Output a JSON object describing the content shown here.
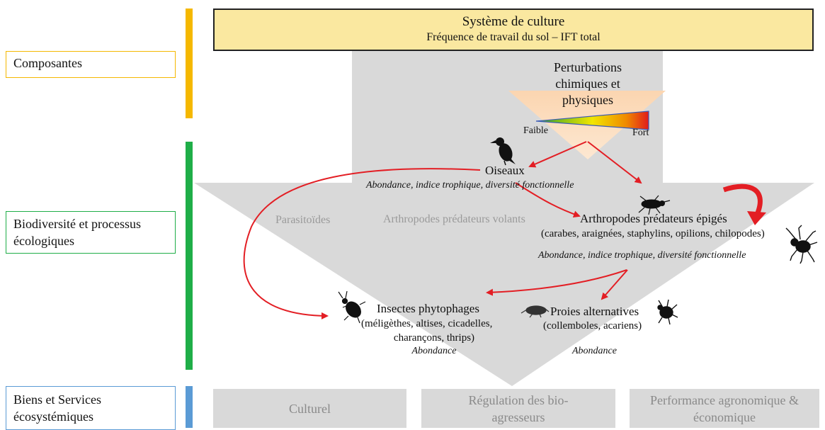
{
  "layers": {
    "composantes": "Composantes",
    "biodiversite": "Biodiversité et processus écologiques",
    "biens_services": "Biens et Services écosystémiques"
  },
  "header": {
    "title": "Système de culture",
    "subtitle": "Fréquence de travail du sol – IFT total"
  },
  "perturbations": {
    "label": "Perturbations chimiques et physiques",
    "low": "Faible",
    "high": "Fort"
  },
  "oiseaux": {
    "title": "Oiseaux",
    "metrics": "Abondance, indice trophique, diversité fonctionnelle"
  },
  "parasitoides": "Parasitoïdes",
  "predateurs_volants": "Arthropodes prédateurs volants",
  "predateurs_epiges": {
    "title": "Arthropodes prédateurs épigés",
    "examples": "(carabes, araignées, staphylins, opilions, chilopodes)",
    "metrics": "Abondance, indice trophique, diversité fonctionnelle"
  },
  "phytophages": {
    "title": "Insectes phytophages",
    "examples_1": "(méligèthes, altises, cicadelles,",
    "examples_2": "charançons, thrips)",
    "metrics": "Abondance"
  },
  "proies": {
    "title": "Proies alternatives",
    "examples": "(collemboles, acariens)",
    "metrics": "Abondance"
  },
  "services": {
    "culturel": "Culturel",
    "regulation": "Régulation des bio-agresseurs",
    "performance": "Performance agronomique & économique"
  },
  "colors": {
    "composantes_bar": "#f5b800",
    "biodiversite_bar": "#1fae48",
    "services_bar": "#5b9bd5",
    "header_fill": "#fae8a0",
    "arrow_grey": "#d9d9d9",
    "red_arrow": "#e31e24"
  },
  "icons": [
    "bird-icon",
    "beetle-icon",
    "spider-icon",
    "aphid-icon",
    "mite-icon"
  ]
}
